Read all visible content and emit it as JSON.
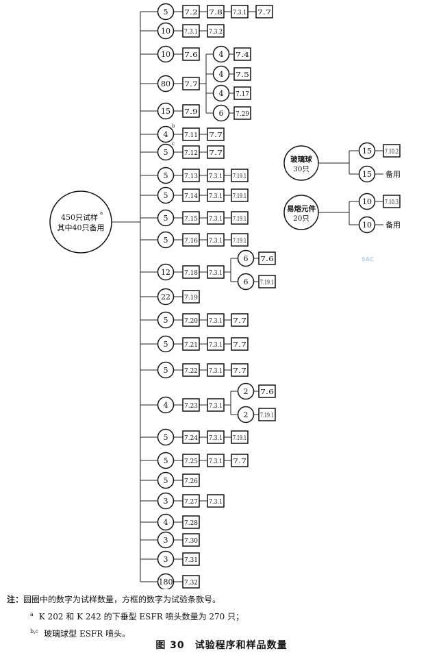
{
  "root": {
    "line1": "450只试样",
    "sup": "a",
    "line2": "其中40只备用"
  },
  "rows": [
    {
      "count": "5",
      "sup": "",
      "steps": [
        "7.2",
        "7.8",
        "7.3.1",
        "7.7"
      ]
    },
    {
      "count": "10",
      "sup": "",
      "steps": [
        "7.3.1",
        "7.3.2"
      ]
    },
    {
      "count": "10",
      "sup": "",
      "steps": [
        "7.6"
      ]
    },
    {
      "count": "80",
      "sup": "",
      "steps": [
        "7.7"
      ],
      "branches": [
        {
          "count": "4",
          "step": "7.4"
        },
        {
          "count": "4",
          "step": "7.5"
        },
        {
          "count": "4",
          "step": "7.17"
        },
        {
          "count": "6",
          "step": "7.29"
        }
      ]
    },
    {
      "count": "15",
      "sup": "",
      "steps": [
        "7.9"
      ]
    },
    {
      "count": "4",
      "sup": "b",
      "steps": [
        "7.11",
        "7.7"
      ]
    },
    {
      "count": "5",
      "sup": "c",
      "steps": [
        "7.12",
        "7.7"
      ]
    },
    {
      "count": "5",
      "sup": "",
      "steps": [
        "7.13",
        "7.3.1",
        "7.19.1"
      ]
    },
    {
      "count": "5",
      "sup": "",
      "steps": [
        "7.14",
        "7.3.1",
        "7.19.1"
      ]
    },
    {
      "count": "5",
      "sup": "",
      "steps": [
        "7.15",
        "7.3.1",
        "7.19.1"
      ]
    },
    {
      "count": "5",
      "sup": "",
      "steps": [
        "7.16",
        "7.3.1",
        "7.19.1"
      ]
    },
    {
      "count": "12",
      "sup": "",
      "steps": [
        "7.18",
        "7.3.1"
      ],
      "branches": [
        {
          "count": "6",
          "step": "7.6"
        },
        {
          "count": "6",
          "step": "7.19.1"
        }
      ]
    },
    {
      "count": "22",
      "sup": "",
      "steps": [
        "7.19"
      ]
    },
    {
      "count": "5",
      "sup": "",
      "steps": [
        "7.20",
        "7.3.1",
        "7.7"
      ]
    },
    {
      "count": "5",
      "sup": "",
      "steps": [
        "7.21",
        "7.3.1",
        "7.7"
      ]
    },
    {
      "count": "5",
      "sup": "",
      "steps": [
        "7.22",
        "7.3.1",
        "7.7"
      ]
    },
    {
      "count": "4",
      "sup": "",
      "steps": [
        "7.23",
        "7.3.1"
      ],
      "branches": [
        {
          "count": "2",
          "step": "7.6"
        },
        {
          "count": "2",
          "step": "7.19.1"
        }
      ]
    },
    {
      "count": "5",
      "sup": "",
      "steps": [
        "7.24",
        "7.3.1",
        "7.19.1"
      ]
    },
    {
      "count": "5",
      "sup": "",
      "steps": [
        "7.25",
        "7.3.1",
        "7.7"
      ]
    },
    {
      "count": "5",
      "sup": "",
      "steps": [
        "7.26"
      ]
    },
    {
      "count": "3",
      "sup": "",
      "steps": [
        "7.27",
        "7.3.1"
      ]
    },
    {
      "count": "4",
      "sup": "",
      "steps": [
        "7.28"
      ]
    },
    {
      "count": "3",
      "sup": "",
      "steps": [
        "7.30"
      ]
    },
    {
      "count": "3",
      "sup": "",
      "steps": [
        "7.31"
      ]
    },
    {
      "count": "180",
      "sup": "",
      "steps": [
        "7.32"
      ]
    }
  ],
  "side_groups": [
    {
      "line1": "玻璃球",
      "line2": "30只",
      "branches": [
        {
          "count": "15",
          "step": "7.10.2",
          "boxed": true
        },
        {
          "count": "15",
          "step": "备用",
          "boxed": false
        }
      ]
    },
    {
      "line1": "易熔元件",
      "line2": "20只",
      "branches": [
        {
          "count": "10",
          "step": "7.10.3",
          "boxed": true
        },
        {
          "count": "10",
          "step": "备用",
          "boxed": false
        }
      ]
    }
  ],
  "watermark": "SAC",
  "notes": {
    "lead": "注：",
    "text": "圆圈中的数字为试样数量，方框的数字为试验条款号。",
    "footnotes": [
      {
        "mark": "a",
        "text": "K 202 和 K 242 的下垂型 ESFR 喷头数量为 270 只；"
      },
      {
        "mark": "b,c",
        "text": "玻璃球型 ESFR 喷头。"
      }
    ]
  },
  "caption": "图 30　试验程序和样品数量"
}
